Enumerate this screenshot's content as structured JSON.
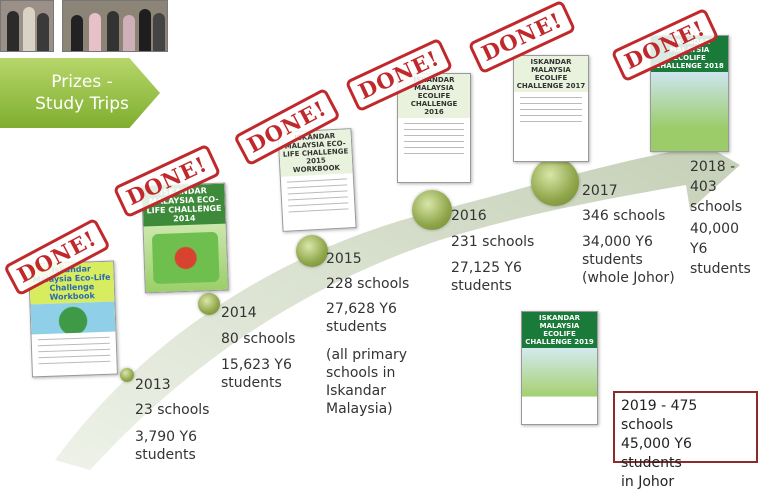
{
  "banner": {
    "label_line1": "Prizes -",
    "label_line2": "Study Trips"
  },
  "stamp": "DONE!",
  "books": {
    "b2013_title": "Iskandar Malaysia Eco-Life Challenge Workbook",
    "b2014_title": "ISKANDAR MALAYSIA ECO-LIFE CHALLENGE 2014",
    "b2015_title": "ISKANDAR MALAYSIA ECO-LIFE CHALLENGE 2015 WORKBOOK",
    "b2016_title": "ISKANDAR MALAYSIA ECOLIFE CHALLENGE 2016",
    "b2017_title": "ISKANDAR MALAYSIA ECOLIFE CHALLENGE 2017",
    "b2018_title": "ISKANDAR MALAYSIA ECOLIFE CHALLENGE 2018",
    "b2019_title": "ISKANDAR MALAYSIA ECOLIFE CHALLENGE 2019"
  },
  "timeline": {
    "y2013": {
      "year": "2013",
      "schools": "23 schools",
      "students_line1": "3,790 Y6",
      "students_line2": "students"
    },
    "y2014": {
      "year": "2014",
      "schools": "80 schools",
      "students_line1": "15,623 Y6",
      "students_line2": "students"
    },
    "y2015": {
      "year": "2015",
      "schools": "228 schools",
      "students_line1": "27,628 Y6",
      "students_line2": "students",
      "note_line1": "(all primary",
      "note_line2": "schools in",
      "note_line3": "Iskandar",
      "note_line4": "Malaysia)"
    },
    "y2016": {
      "year": "2016",
      "schools": "231 schools",
      "students_line1": "27,125 Y6",
      "students_line2": "students"
    },
    "y2017": {
      "year": "2017",
      "schools": "346 schools",
      "students_line1": "34,000 Y6",
      "students_line2": "students",
      "note_line1": "(whole Johor)"
    },
    "y2018": {
      "year_line1": "2018 -",
      "year_line2": "403",
      "year_line3": "schools",
      "students_line1": "40,000",
      "students_line2": "Y6",
      "students_line3": "students"
    },
    "y2019": {
      "line1": "2019 - 475 schools",
      "line2": "45,000 Y6 students",
      "line3": "in Johor"
    }
  },
  "colors": {
    "arrow": "#c9d4bc",
    "stamp_red": "#c0282c",
    "banner_green": "#8fbd3c",
    "box_border": "#8b2b2b"
  }
}
